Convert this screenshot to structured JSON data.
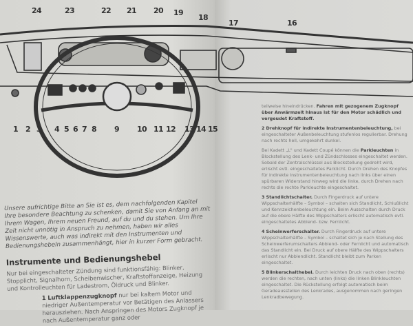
{
  "diagram": {
    "top_labels": [
      "24",
      "23",
      "22",
      "21",
      "20",
      "19",
      "18",
      "17",
      "16"
    ],
    "bottom_labels": [
      "1",
      "2",
      "3",
      "4",
      "5",
      "6",
      "7",
      "8",
      "9",
      "10",
      "11",
      "12",
      "13",
      "14",
      "15"
    ]
  },
  "left_page": {
    "intro": "Unsere aufrichtige Bitte an Sie ist es, dem nachfolgenden Kapitel Ihre besondere Beachtung zu schenken, damit Sie von Anfang an mit Ihrem Wagen, Ihrem neuen Freund, auf du und du stehen. Um Ihre Zeit nicht unnötig in Anspruch zu nehmen, haben wir alles Wissenswerte, auch was indirekt mit den Instrumenten und Bedienungshebeln zusammenhängt, hier in kurzer Form gebracht.",
    "heading": "Instrumente und Bedienungshebel",
    "lead": "Nur bei eingeschalteter Zündung sind funktionsfähig: Blinker, Stopplicht, Signalhorn, Scheibenwischer, Kraftstoffanzeige, Heizung und Kontrolleuchten für Ladestrom, Öldruck und Blinker.",
    "item1_num": "1",
    "item1_title": "Luftklappenzugknopf",
    "item1_text": " nur bei kaltem Motor und niedriger Außentemperatur vor Betätigen des Anlassers herausziehen. Nach Anspringen des Motors Zugknopf je nach Außentemperatur ganz oder"
  },
  "right_page": {
    "cont_text": "teilweise hineindrücken. ",
    "cont_bold": "Fahren mit gezogenem Zugknopf über Anwärmzeit hinaus ist für den Motor schädlich und vergeudet Kraftstoff.",
    "item2_num": "2",
    "item2_title": "Drehknopf für indirekte Instrumentenbeleuchtung,",
    "item2_text": " bei eingeschalteter Außenbeleuchtung stufenlos regulierbar. Drehung nach rechts hell, umgekehrt dunkel.",
    "item2b_text": "Bei Kadett „L\" und Kadett Coupé können die ",
    "item2b_bold": "Parkleuchten",
    "item2b_rest": " in Blockstellung des Lenk- und Zündschlosses eingeschaltet werden. Sobald der Zentralschlüssel aus Blockstellung gedreht wird, erlischt evtl. eingeschaltetes Parklicht. Durch Drehen des Knopfes für indirekte Instrumentenbeleuchtung nach links über einen spürbaren Widerstand hinweg wird die linke, durch Drehen nach rechts die rechte Parkleuchte eingeschaltet.",
    "item3_num": "3",
    "item3_title": "Standlichtschalter.",
    "item3_text": " Durch Fingerdruck auf untere Wippschalterhälfte – Symbol – schalten sich Standlicht, Schlußlicht und Kennzeichenbeleuchtung ein. Beim Ausschalten durch Druck auf die obere Hälfte des Wippschalters erlischt automatisch evtl. eingeschaltetes Abblend- bzw. Fernlicht.",
    "item4_num": "4",
    "item4_title": "Scheinwerferschalter.",
    "item4_text": " Durch Fingerdruck auf untere Wippschalterhälfte – Symbol – schaltet sich je nach Stellung des Scheinwerferumschalters Abblend- oder Fernlicht und automatisch das Standlicht ein. Bei Druck auf obere Hälfte des Wippschalters erlischt nur Abblendlicht. Standlicht bleibt zum Parken eingeschaltet.",
    "item5_num": "5",
    "item5_title": "Blinkerschalthebel.",
    "item5_text": " Durch leichten Druck nach oben (rechts) werden die rechten, nach unten (links) die linken Blinkleuchten eingeschaltet. Die Rückstellung erfolgt automatisch beim Geradeausstellen des Lenkrades, ausgenommen nach geringen Lenkradbewegung."
  }
}
